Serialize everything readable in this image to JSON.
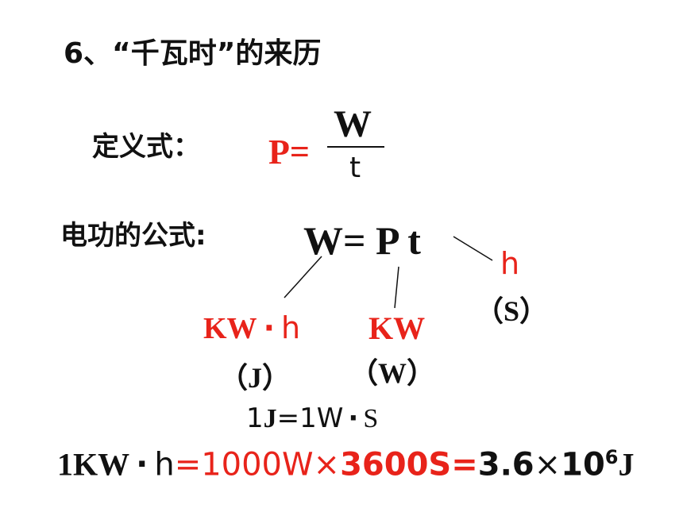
{
  "title": "6、“千瓦时”的来历",
  "definition": {
    "label": "定义式：",
    "lhs": "P=",
    "numerator": "W",
    "denominator": "t"
  },
  "work_formula": {
    "label": "电功的公式:",
    "formula": "W= P t"
  },
  "annotations": {
    "time_unit": "h",
    "time_si": "（S）",
    "work_unit_a": "KW",
    "work_unit_dot": "·",
    "work_unit_b": "h",
    "work_si": "（J）",
    "power_unit": "KW",
    "power_si": "（W）"
  },
  "joule_def": {
    "lhs": "1",
    "j": "J",
    "mid": "=1W",
    "dot": "·",
    "s": "S"
  },
  "conversion": {
    "lhs": "1KW",
    "dot": "·",
    "h": "h",
    "mid": "=1000W×",
    "seconds": "3600S=",
    "value": "3.6",
    "times": "×",
    "base": "10",
    "exp": "6",
    "unit": "J"
  },
  "colors": {
    "accent": "#e8231a",
    "text": "#111111"
  }
}
